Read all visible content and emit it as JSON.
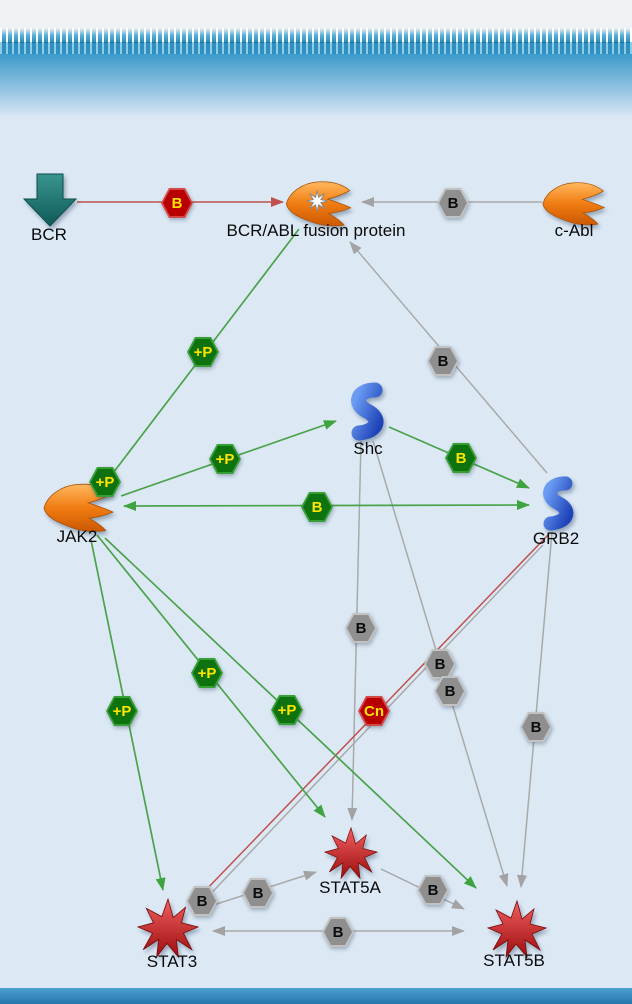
{
  "colors": {
    "background": "#dce9f5",
    "membrane_blue": "#2e8fc0",
    "activation_green": "#4aa24a",
    "inhibition_red": "#c0504d",
    "binding_gray": "#a9a9a9",
    "hex_green_fill": "#0e730e",
    "hex_red_fill": "#b80000",
    "hex_gray_fill": "#8f8f8f",
    "hex_label_yellow": "#ffe400",
    "kinase_orange": "#ee7d14",
    "adaptor_blue": "#2f5fd0",
    "tf_red": "#c01616",
    "receptor_teal": "#1d6f6c"
  },
  "nodes": {
    "bcr": {
      "label": "BCR",
      "shape": "down-arrow"
    },
    "bcr_abl": {
      "label": "BCR/ABL fusion protein",
      "shape": "kinase-with-star"
    },
    "c_abl": {
      "label": "c-Abl",
      "shape": "kinase"
    },
    "shc": {
      "label": "Shc",
      "shape": "squiggle"
    },
    "jak2": {
      "label": "JAK2",
      "shape": "kinase"
    },
    "grb2": {
      "label": "GRB2",
      "shape": "squiggle"
    },
    "stat5a": {
      "label": "STAT5A",
      "shape": "tf-star"
    },
    "stat3": {
      "label": "STAT3",
      "shape": "tf-star"
    },
    "stat5b": {
      "label": "STAT5B",
      "shape": "tf-star"
    }
  },
  "badges": [
    {
      "label": "B",
      "kind": "red"
    },
    {
      "label": "B",
      "kind": "gray"
    },
    {
      "label": "+P",
      "kind": "green"
    },
    {
      "label": "B",
      "kind": "gray"
    },
    {
      "label": "+P",
      "kind": "green"
    },
    {
      "label": "B",
      "kind": "green"
    },
    {
      "label": "+P",
      "kind": "green"
    },
    {
      "label": "B",
      "kind": "green"
    },
    {
      "label": "B",
      "kind": "gray"
    },
    {
      "label": "B",
      "kind": "gray"
    },
    {
      "label": "B",
      "kind": "gray"
    },
    {
      "label": "Cn",
      "kind": "red"
    },
    {
      "label": "+P",
      "kind": "green"
    },
    {
      "label": "+P",
      "kind": "green"
    },
    {
      "label": "+P",
      "kind": "green"
    },
    {
      "label": "B",
      "kind": "gray"
    },
    {
      "label": "B",
      "kind": "gray"
    },
    {
      "label": "B",
      "kind": "gray"
    },
    {
      "label": "B",
      "kind": "gray"
    },
    {
      "label": "B",
      "kind": "gray"
    }
  ]
}
